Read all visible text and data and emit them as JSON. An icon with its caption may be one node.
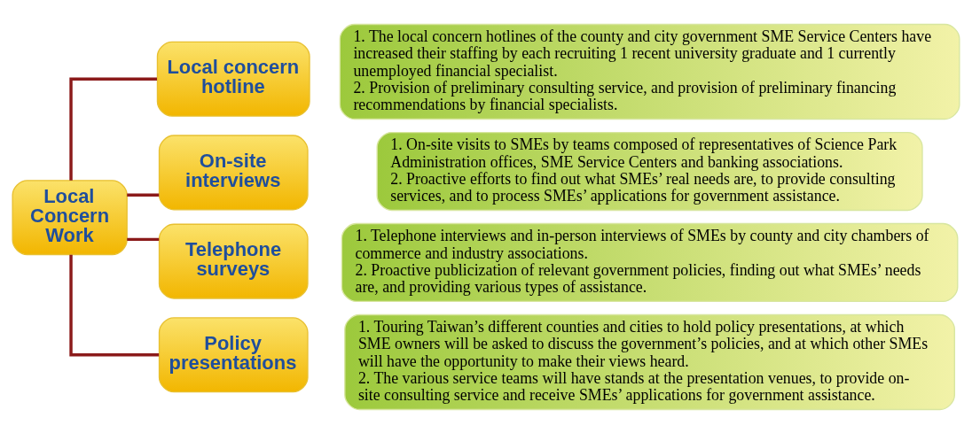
{
  "diagram": {
    "nodes": [
      {
        "text": [
          "Local Concern Work"
        ]
      },
      {
        "text": [
          "Local concern hotline"
        ]
      },
      {
        "text": [
          "1. The local concern hotlines of the county and city government SME Service Centers have increased their staffing by each recruiting 1 recent university graduate and 1 currently unemployed financial specialist.",
          "2. Provision of preliminary consulting service, and provision of preliminary financing recommendations by financial specialists."
        ]
      },
      {
        "text": [
          "On-site interviews"
        ]
      },
      {
        "text": [
          "1. On-site visits to SMEs by teams composed of representatives of Science Park Administration offices, SME Service Centers and banking associations.",
          "2. Proactive efforts to find out what SMEs’ real needs are, to provide consulting services, and to process SMEs’ applications for government assistance."
        ]
      },
      {
        "text": [
          "Telephone surveys"
        ]
      },
      {
        "text": [
          "1. Telephone interviews and in-person interviews of SMEs by county and city chambers of commerce and industry associations.",
          "2. Proactive publicization of relevant government policies, finding out what SMEs’ needs are, and providing various types of assistance."
        ]
      },
      {
        "text": [
          "Policy presentations"
        ]
      },
      {
        "text": [
          "1. Touring Taiwan’s different counties and cities to hold policy presentations, at which SME owners will be asked to discuss the government’s policies, and at which other SMEs will have the opportunity to make their views heard.",
          "2. The various service teams will have stands at the presentation venues, to provide on-site consulting service and receive SMEs’ applications for government assistance."
        ]
      }
    ],
    "edges": [
      {
        "from": 0,
        "to": 1,
        "arrow": "none"
      },
      {
        "from": 0,
        "to": 3,
        "arrow": "none"
      },
      {
        "from": 0,
        "to": 5,
        "arrow": "none"
      },
      {
        "from": 0,
        "to": 7,
        "arrow": "none"
      }
    ]
  }
}
